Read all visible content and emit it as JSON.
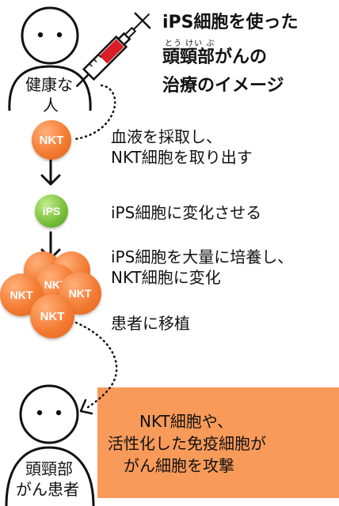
{
  "title": {
    "line1": "iPS細胞を使った",
    "ruby": "とう けい ぶ",
    "line2": "頭頸部がんの",
    "line3": "治療のイメージ"
  },
  "healthy_person": {
    "label_line1": "健康な",
    "label_line2": "人"
  },
  "patient": {
    "label_line1": "頭頸部",
    "label_line2": "がん患者"
  },
  "cells": {
    "nkt": "NKT",
    "ips": "iPS"
  },
  "steps": {
    "step1_line1": "血液を採取し、",
    "step1_line2": "NKT細胞を取り出す",
    "step2": "iPS細胞に変化させる",
    "step3_line1": "iPS細胞を大量に培養し、",
    "step3_line2": "NKT細胞に変化",
    "step4": "患者に移植"
  },
  "result": {
    "line1": "NKT細胞や、",
    "line2": "活性化した免疫細胞が",
    "line3": "がん細胞を攻撃"
  },
  "colors": {
    "nkt_cell": "#f47c33",
    "ips_cell": "#7cc23f",
    "result_panel": "#f89a5a",
    "syringe_blood": "#d81f26"
  },
  "icons": [
    "person-icon",
    "syringe-icon",
    "down-arrow-icon",
    "dotted-curve-arrow-icon"
  ]
}
